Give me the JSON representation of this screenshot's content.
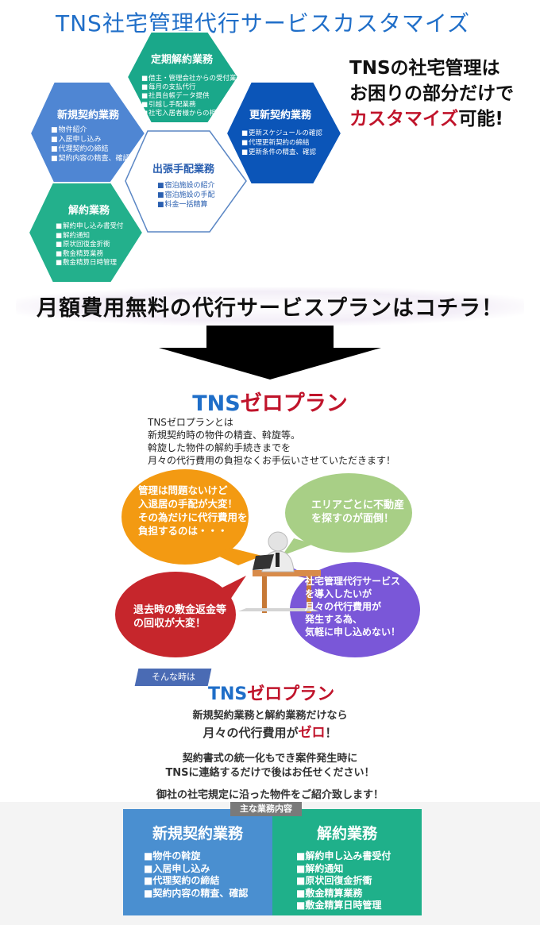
{
  "header": {
    "title": "TNS社宅管理代行サービスカスタマイズ"
  },
  "hexagons": {
    "teiki": {
      "title": "定期解約業務",
      "items": [
        "借主・管理会社からの受付業務",
        "毎月の支払代行",
        "社員台帳データ提供",
        "引越し手配業務",
        "社宅入居者様からの相談受付"
      ]
    },
    "shinki": {
      "title": "新規契約業務",
      "items": [
        "物件紹介",
        "入居申し込み",
        "代理契約の締結",
        "契約内容の精査、確認"
      ]
    },
    "koushin": {
      "title": "更新契約業務",
      "items": [
        "更新スケジュールの確認",
        "代理更新契約の締結",
        "更新条件の精査、確認"
      ]
    },
    "shucchou": {
      "title": "出張手配業務",
      "items": [
        "宿泊施設の紹介",
        "宿泊施設の手配",
        "料金一括精算"
      ]
    },
    "kaiyaku": {
      "title": "解約業務",
      "items": [
        "解約申し込み書受付",
        "解約通知",
        "原状回復金折衝",
        "敷金精算業務",
        "敷金精算日時管理"
      ]
    }
  },
  "tagline": {
    "line1": "TNSの社宅管理は",
    "line2": "お困りの部分だけで",
    "line3_em": "カスタマイズ",
    "line3_rest": "可能!"
  },
  "banner": {
    "text": "月額費用無料の代行サービスプランはコチラ！"
  },
  "plan": {
    "title_tns": "TNS",
    "title_name": "ゼロプラン",
    "intro": [
      "TNSゼロプランとは",
      "新規契約時の物件の精査、斡旋等。",
      "斡旋した物件の解約手続きまでを",
      "月々の代行費用の負担なくお手伝いさせていただきます！"
    ]
  },
  "bubbles": {
    "orange": [
      "管理は問題ないけど",
      "入退居の手配が大変！",
      "その為だけに代行費用を",
      "負担するのは・・・"
    ],
    "green": [
      "エリアごとに不動産",
      "を探すのが面倒！"
    ],
    "red": [
      "退去時の敷金返金等",
      "の回収が大変！"
    ],
    "purple": [
      "社宅管理代行サービス",
      "を導入したいが",
      "月々の代行費用が",
      "発生する為、",
      "気軽に申し込めない！"
    ]
  },
  "solution": {
    "when_tag": "そんな時は",
    "title_tns": "TNS",
    "title_name": "ゼロプラン",
    "line1": "新規契約業務と解約業務だけなら",
    "line2_pre": "月々の代行費用が",
    "line2_zero": "ゼロ",
    "line2_post": "！",
    "line3": "契約書式の統一化もでき案件発生時に",
    "line4": "TNSに連絡するだけで後はお任せください！",
    "line5": "御社の社宅規定に沿った物件をご紹介致します！"
  },
  "duties": {
    "tag": "主な業務内容",
    "left": {
      "title": "新規契約業務",
      "items": [
        "物件の斡旋",
        "入居申し込み",
        "代理契約の締結",
        "契約内容の精査、確認"
      ]
    },
    "right": {
      "title": "解約業務",
      "items": [
        "解約申し込み書受付",
        "解約通知",
        "原状回復金折衝",
        "敷金精算業務",
        "敷金精算日時管理"
      ]
    }
  },
  "colors": {
    "teiki": "#1aa88a",
    "shinki": "#4f86d3",
    "koushin": "#0b55b8",
    "shucchou": "#ffffff",
    "kaiyaku": "#23b08c",
    "accent_red": "#c0142b",
    "brand_blue": "#1f6ec8"
  }
}
